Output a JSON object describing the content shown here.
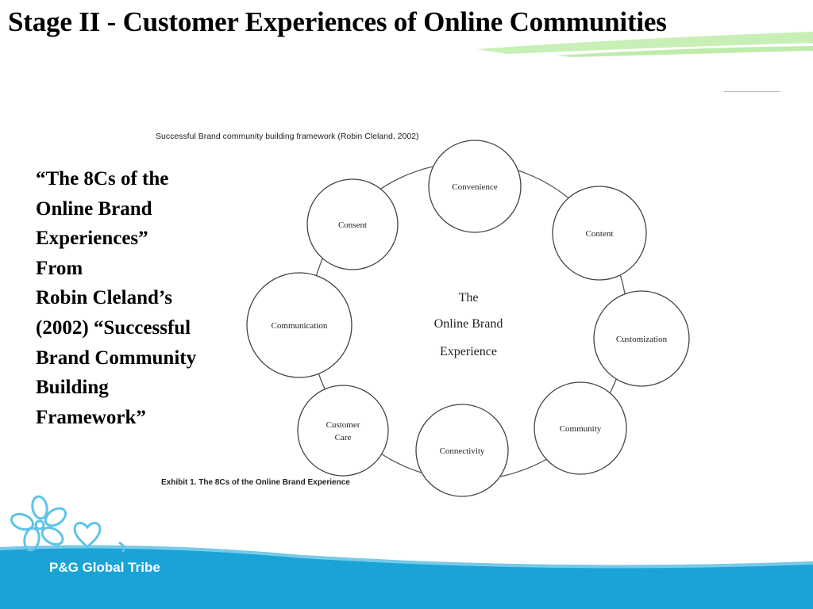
{
  "title": "Stage II - Customer Experiences of Online Communities",
  "quote": {
    "lines": [
      "“The 8Cs of the",
      "Online Brand",
      "Experiences”",
      "From",
      "Robin Cleland’s",
      "(2002) “Successful",
      "Brand Community",
      "Building",
      "Framework”"
    ]
  },
  "diagram": {
    "heading": "Successful Brand community building framework (Robin Cleland, 2002)",
    "caption": "Exhibit 1. The 8Cs of the Online Brand Experience",
    "center_lines": [
      "The",
      "Online Brand",
      "Experience"
    ],
    "nodes": [
      {
        "lines": [
          "Convenience"
        ]
      },
      {
        "lines": [
          "Content"
        ]
      },
      {
        "lines": [
          "Customization"
        ]
      },
      {
        "lines": [
          "Community"
        ]
      },
      {
        "lines": [
          "Connectivity"
        ]
      },
      {
        "lines": [
          "Customer",
          "Care"
        ]
      },
      {
        "lines": [
          "Communication"
        ]
      },
      {
        "lines": [
          "Consent"
        ]
      }
    ]
  },
  "footer": {
    "label": "P&G Global Tribe"
  },
  "colors": {
    "band": "#1aa3d6",
    "band_dark": "#0f86b8",
    "swoosh": "#7ed957",
    "flower": "#5fc3e8"
  }
}
